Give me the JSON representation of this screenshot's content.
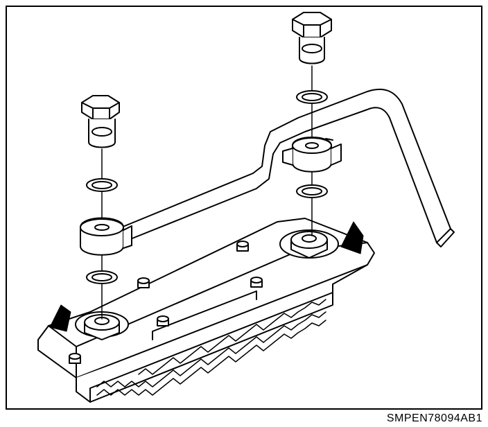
{
  "figure": {
    "code": "SMPEN78094AB1",
    "background": "#ffffff",
    "line_color": "#000000",
    "components": [
      "banjo-bolt-left",
      "banjo-bolt-right",
      "sealing-washer",
      "oil-line-pipe",
      "banjo-fitting",
      "oil-cooler",
      "mounting-bolt",
      "direction-arrow"
    ]
  }
}
